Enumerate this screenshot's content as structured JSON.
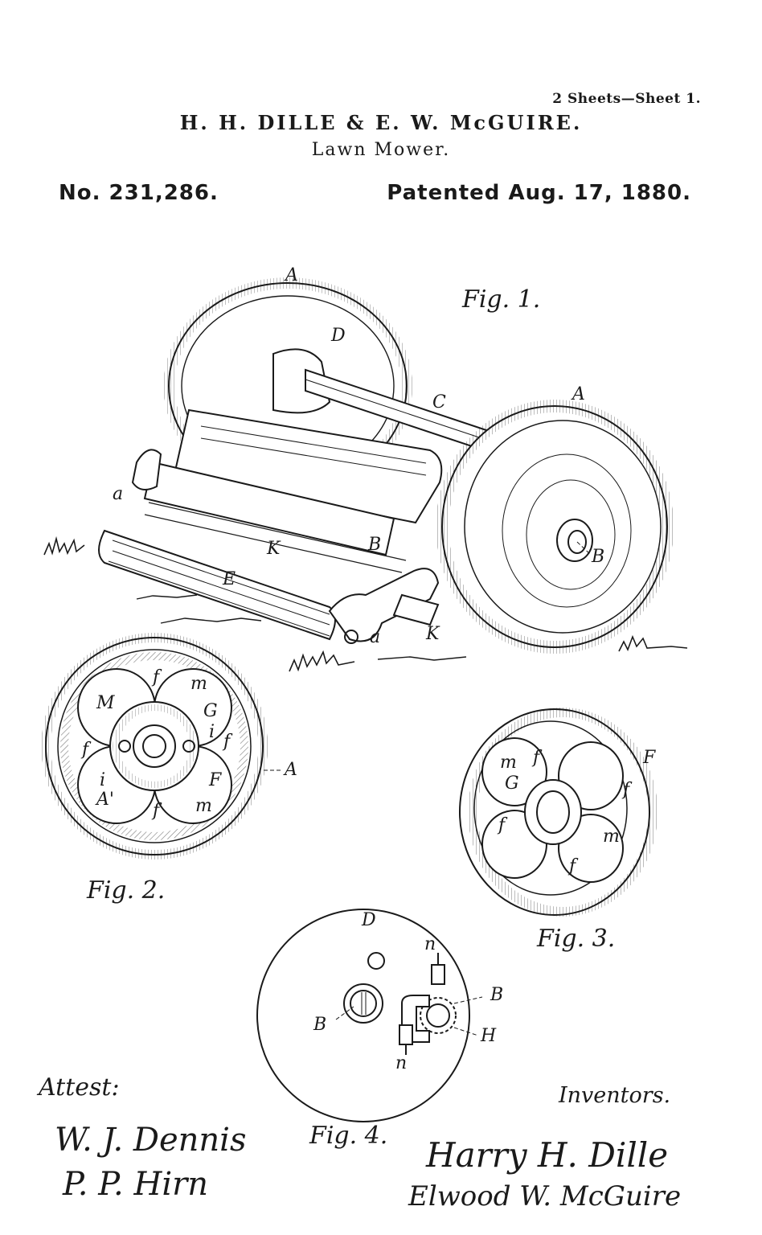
{
  "header": {
    "sheet": "2 Sheets—Sheet 1.",
    "inventors": "H. H. DILLE & E. W. McGUIRE.",
    "title": "Lawn Mower.",
    "number": "No. 231,286.",
    "date": "Patented Aug. 17, 1880."
  },
  "figures": {
    "fig1": {
      "label": "Fig. 1.",
      "letters": [
        "A",
        "D",
        "C",
        "A",
        "a",
        "B",
        "K",
        "B",
        "E",
        "a",
        "K"
      ]
    },
    "fig2": {
      "label": "Fig. 2.",
      "letters": [
        "f",
        "m",
        "M",
        "G",
        "i",
        "f",
        "f",
        "i",
        "F",
        "A",
        "A'",
        "f",
        "m"
      ]
    },
    "fig3": {
      "label": "Fig. 3.",
      "letters": [
        "F",
        "m",
        "f",
        "G",
        "f",
        "f",
        "m",
        "f"
      ]
    },
    "fig4": {
      "label": "Fig. 4.",
      "letters": [
        "D",
        "n",
        "B",
        "B",
        "H",
        "n"
      ]
    }
  },
  "attest": {
    "label": "Attest:",
    "witness1": "W. J. Dennis",
    "witness2": "P. P. Hirn"
  },
  "inventors_block": {
    "label": "Inventors.",
    "signature1": "Harry H. Dille",
    "signature2": "Elwood W. McGuire"
  }
}
